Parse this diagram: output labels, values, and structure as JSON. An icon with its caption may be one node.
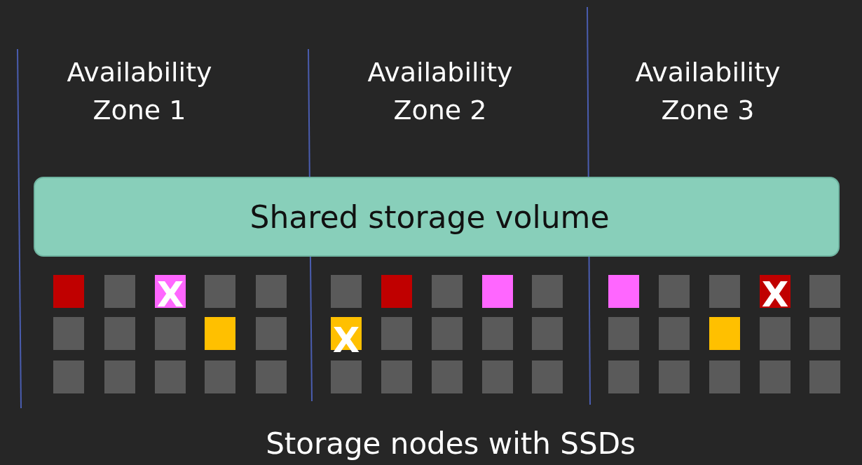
{
  "diagram": {
    "nodes": [
      {
        "text": [
          "Shared storage volume"
        ]
      }
    ],
    "labels": [
      "Availability Zone 1",
      "Availability Zone 2",
      "Availability Zone 3",
      "X",
      "X",
      "X",
      "Storage nodes with SSDs"
    ]
  }
}
